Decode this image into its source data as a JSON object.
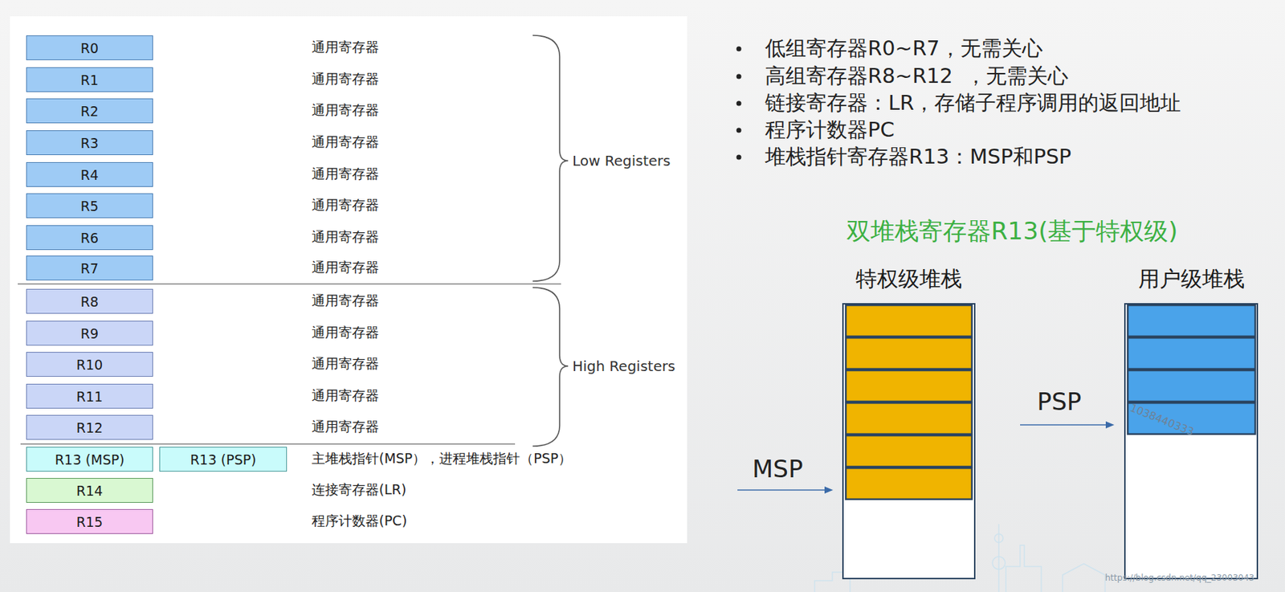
{
  "diagram": {
    "title": "双堆栈寄存器R13(基于特权级)",
    "nodes": [
      {
        "text": [
          "R0"
        ]
      },
      {
        "text": [
          "R1"
        ]
      },
      {
        "text": [
          "R2"
        ]
      },
      {
        "text": [
          "R3"
        ]
      },
      {
        "text": [
          "R4"
        ]
      },
      {
        "text": [
          "R5"
        ]
      },
      {
        "text": [
          "R6"
        ]
      },
      {
        "text": [
          "R7"
        ]
      },
      {
        "text": [
          "R8"
        ]
      },
      {
        "text": [
          "R9"
        ]
      },
      {
        "text": [
          "R10"
        ]
      },
      {
        "text": [
          "R11"
        ]
      },
      {
        "text": [
          "R12"
        ]
      },
      {
        "text": [
          "R13 (MSP)"
        ]
      },
      {
        "text": [
          "R13 (PSP)"
        ]
      },
      {
        "text": [
          "R14"
        ]
      },
      {
        "text": [
          "R15"
        ]
      },
      {
        "text": [
          "特权级堆栈"
        ]
      },
      {
        "text": [
          "用户级堆栈"
        ]
      }
    ],
    "labels": [
      "低组寄存器R0~R7，无需关心",
      "高组寄存器R8~R12  ，无需关心",
      "链接寄存器：LR，存储子程序调用的返回地址",
      "程序计数器PC",
      "堆栈指针寄存器R13：MSP和PSP",
      "通用寄存器",
      "通用寄存器",
      "通用寄存器",
      "通用寄存器",
      "通用寄存器",
      "通用寄存器",
      "通用寄存器",
      "通用寄存器",
      "通用寄存器",
      "通用寄存器",
      "通用寄存器",
      "通用寄存器",
      "通用寄存器",
      "Low Registers",
      "High Registers",
      "主堆栈指针(MSP），进程堆栈指针（PSP）",
      "连接寄存器(LR)",
      "程序计数器(PC)",
      "MSP",
      "PSP",
      "1038440333",
      "https://blog.csdn.net/qq_23003043"
    ]
  }
}
